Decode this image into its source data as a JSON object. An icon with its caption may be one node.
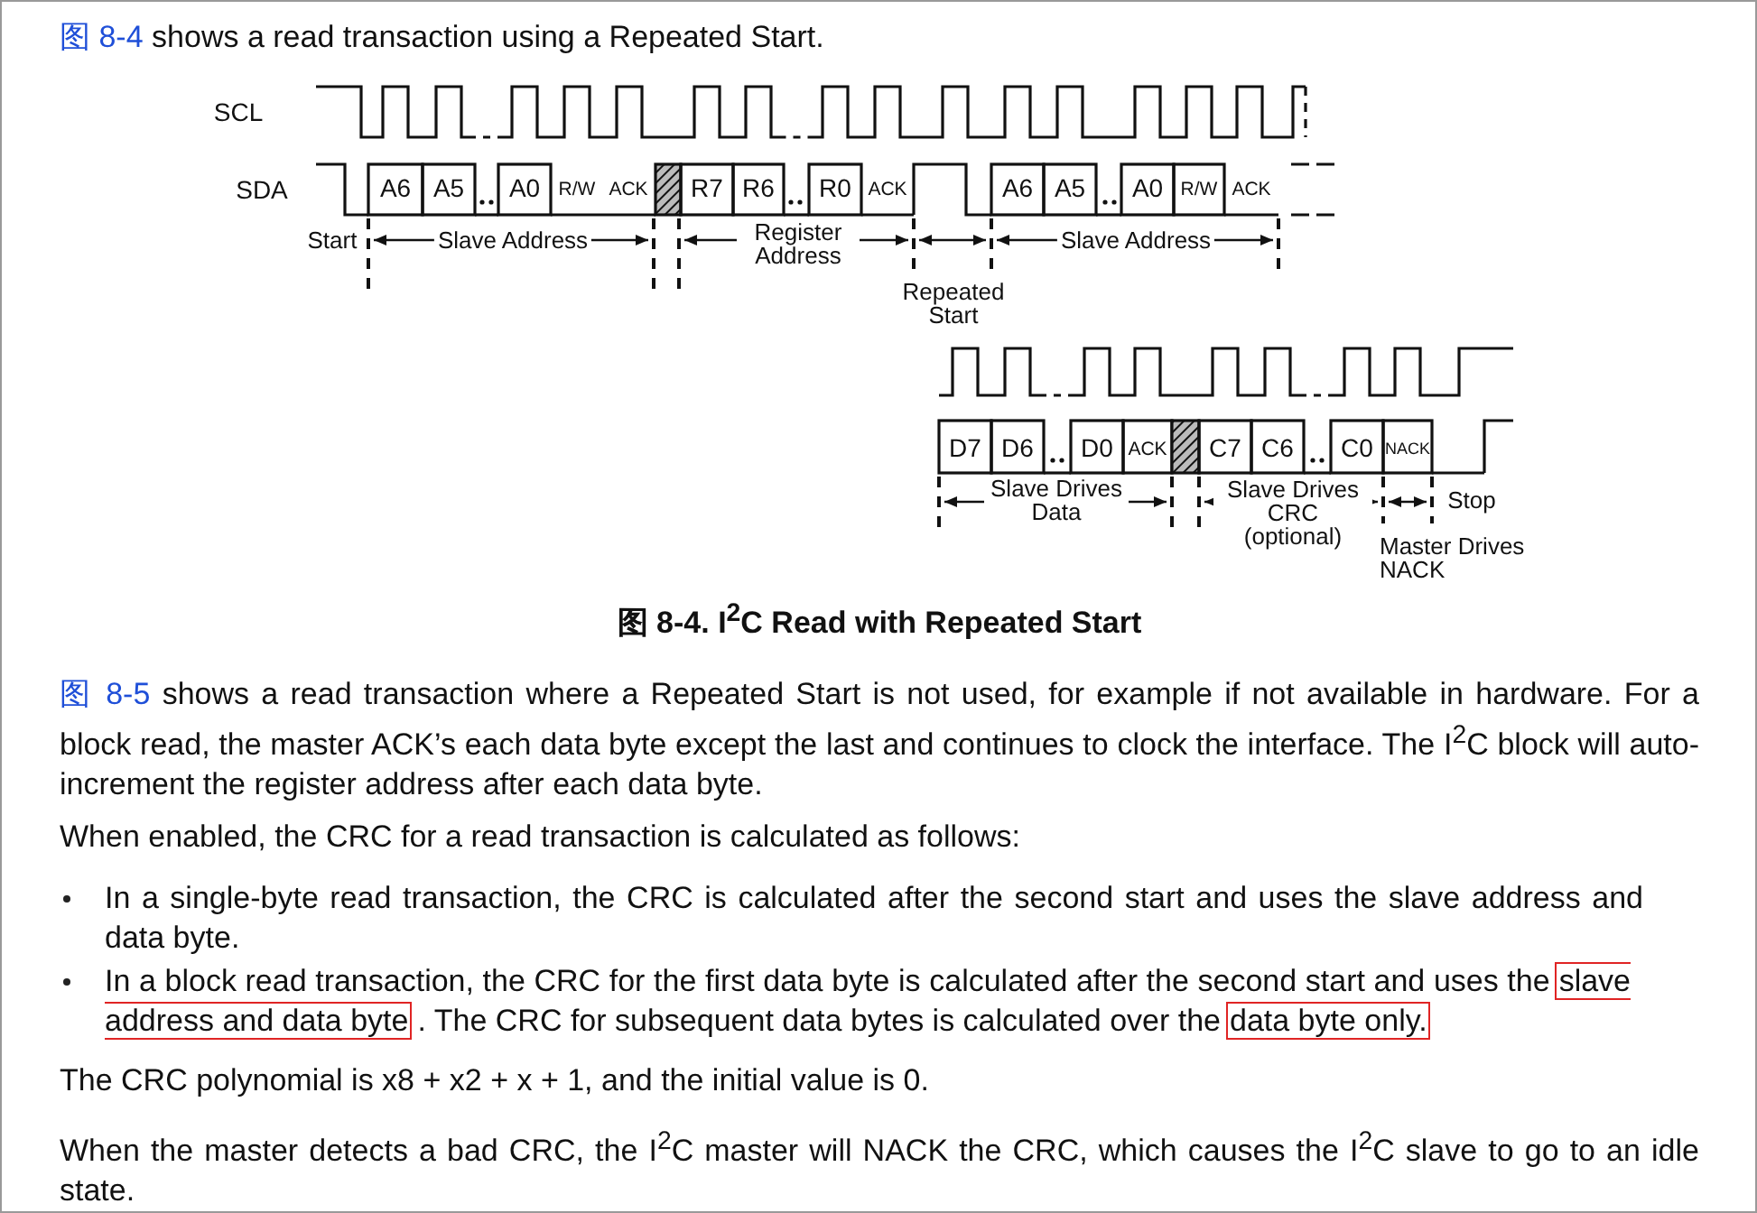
{
  "diagram": {
    "caption": "图 8-4. I$^{2}$C Read with Repeated Start",
    "labels": [
      "图 8-4",
      "shows a read transaction using a Repeated Start.",
      "SCL",
      "SDA",
      "A6",
      "A5",
      "A0",
      "R/W",
      "ACK",
      "R7",
      "R6",
      "R0",
      "ACK",
      "A6",
      "A5",
      "A0",
      "R/W",
      "ACK",
      "Start",
      "Slave Address",
      "Register Address",
      "Repeated Start",
      "Slave Address",
      "D7",
      "D6",
      "D0",
      "ACK",
      "C7",
      "C6",
      "C0",
      "NACK",
      "Slave Drives Data",
      "Slave Drives CRC (optional)",
      "Stop",
      "Master Drives NACK",
      "图 8-5",
      "shows a read transaction where a Repeated Start is not used, for example if not available in hardware. For a block read, the master ACK’s each data byte except the last and continues to clock the interface. The I$^{2}$C block will auto-increment the register address after each data byte.",
      "When enabled, the CRC for a read transaction is calculated as follows:",
      "In a single-byte read transaction, the CRC is calculated after the second start and uses the slave address and data byte.",
      "In a block read transaction, the CRC for the first data byte is calculated after the second start and uses the",
      "slave address and data byte",
      ". The CRC for subsequent data bytes is calculated over the",
      "data byte only.",
      "The CRC polynomial is x8 + x2 + x + 1, and the initial value is 0.",
      "When the master detects a bad CRC, the I$^{2}$C master will NACK the CRC, which causes the I$^{2}$C slave to go to an idle state."
    ]
  }
}
